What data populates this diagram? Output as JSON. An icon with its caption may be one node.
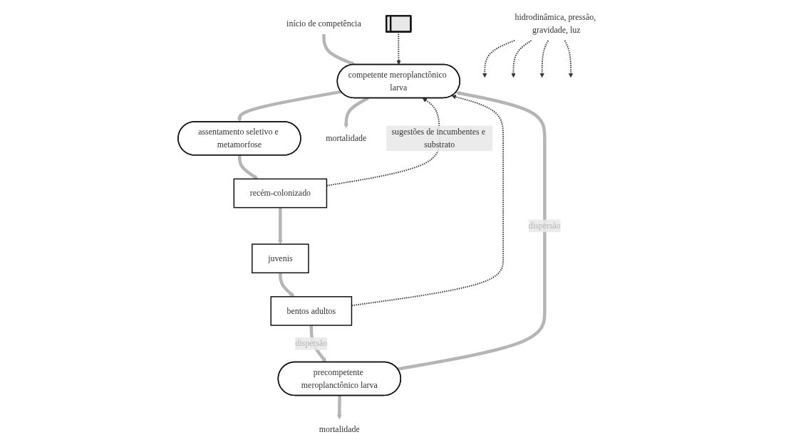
{
  "diagram": {
    "nodes": [
      {
        "text": [
          "competente meroplanctônico larva"
        ]
      },
      {
        "text": [
          "precompetente meroplanctônico larva"
        ]
      },
      {
        "text": [
          "assentamento seletivo e metamorfose"
        ]
      },
      {
        "text": [
          "recém-colonizado"
        ]
      },
      {
        "text": [
          "juvenis"
        ]
      },
      {
        "text": [
          "bentos adultos"
        ]
      },
      {
        "text": [
          "mortalidade"
        ]
      },
      {
        "text": [
          "mortalidade"
        ]
      },
      {
        "text": [
          "início de competência"
        ]
      },
      {
        "text": [
          "hidrodinâmica, pressão, gravidade, luz"
        ]
      },
      {
        "text": [],
        "shape": "bar"
      }
    ],
    "edges": [
      {
        "from": 1,
        "to": 0,
        "arrow": "to",
        "label": "dispersão"
      },
      {
        "from": 1,
        "to": 6,
        "arrow": "to"
      },
      {
        "from": 8,
        "to": 0,
        "arrow": "to"
      },
      {
        "from": 0,
        "to": 7,
        "arrow": "to"
      },
      {
        "from": 0,
        "to": 2,
        "arrow": "to"
      },
      {
        "from": 9,
        "to": null,
        "arrow": "to",
        "style": "dashed",
        "color": "#333333"
      },
      {
        "from": 9,
        "to": null,
        "arrow": "to",
        "style": "dashed",
        "color": "#333333"
      },
      {
        "from": 9,
        "to": null,
        "arrow": "to",
        "style": "dashed",
        "color": "#333333"
      },
      {
        "from": 9,
        "to": null,
        "arrow": "to",
        "style": "dashed",
        "color": "#333333"
      },
      {
        "from": 2,
        "to": 3,
        "arrow": "to"
      },
      {
        "from": 3,
        "to": 4,
        "arrow": "to"
      },
      {
        "from": 4,
        "to": 5,
        "arrow": "to"
      },
      {
        "from": 5,
        "to": 1,
        "arrow": "to",
        "label": "dispersão"
      },
      {
        "from": 5,
        "to": 0,
        "arrow": "to",
        "style": "dashed",
        "color": "#333333"
      },
      {
        "from": 3,
        "to": 0,
        "arrow": "to",
        "label": "sugestões de incumbentes e substrato",
        "style": "dashed",
        "color": "#333333"
      },
      {
        "from": 10,
        "to": 0,
        "arrow": "to",
        "style": "dashed",
        "color": "#333333"
      }
    ]
  }
}
